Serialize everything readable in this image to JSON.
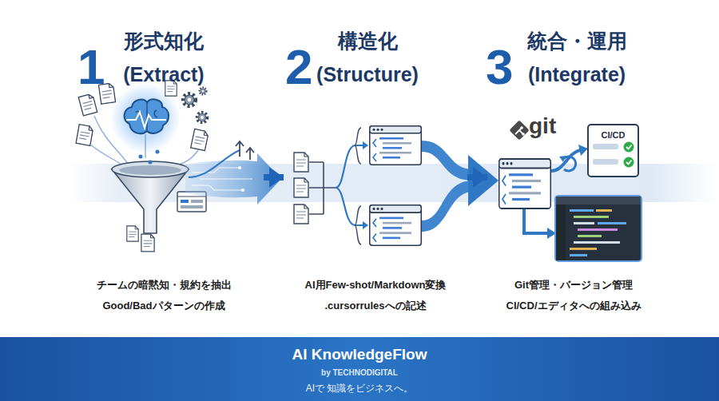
{
  "diagram": {
    "nodes": [
      {
        "text": [
          "1",
          "形式知化 (Extract)",
          "チームの暗黙知・規約を抽出 Good/Badパターンの作成"
        ]
      },
      {
        "text": [
          "2",
          "構造化 (Structure)",
          "AI用Few-shot/Markdown変換 .cursorrulesへの記述"
        ]
      },
      {
        "text": [
          "3",
          "統合・運用 (Integrate)",
          "Git管理・バージョン管理 CI/CD/エディタへの組み込み"
        ]
      },
      {
        "text": [
          "CI/CD"
        ],
        "in": 2
      },
      {
        "text": [
          "AI KnowledgeFlow",
          "by TECHNODIGITAL",
          "AIで 知識をビジネスへ。"
        ]
      }
    ],
    "edges": [
      {
        "from": 0,
        "to": 1,
        "arrow": "to"
      },
      {
        "from": 1,
        "to": 2,
        "arrow": "to"
      }
    ],
    "labels": [
      "git"
    ]
  }
}
